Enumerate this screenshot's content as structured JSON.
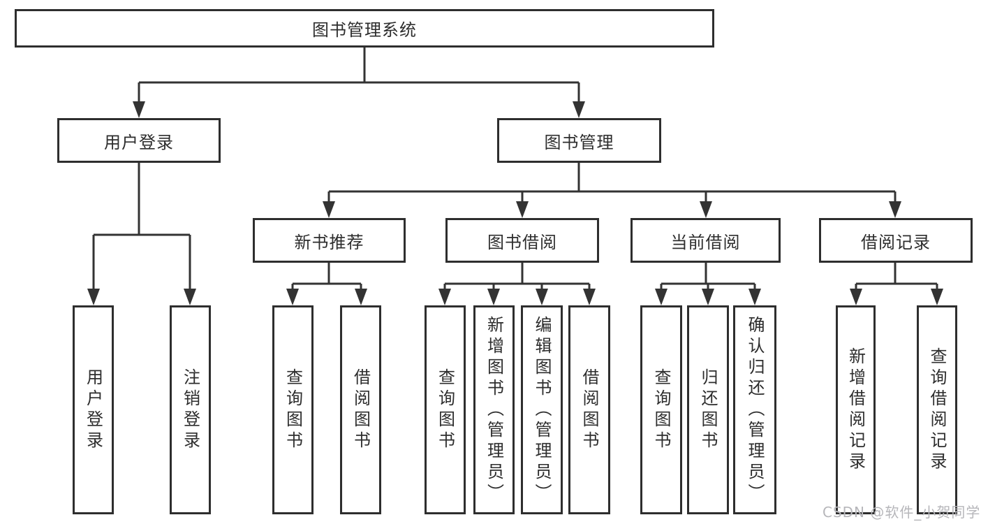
{
  "tree": {
    "label": "图书管理系统",
    "children": [
      {
        "label": "用户登录",
        "children": [
          {
            "label": "用户登录"
          },
          {
            "label": "注销登录"
          }
        ]
      },
      {
        "label": "图书管理",
        "children": [
          {
            "label": "新书推荐",
            "children": [
              {
                "label": "查询图书"
              },
              {
                "label": "借阅图书"
              }
            ]
          },
          {
            "label": "图书借阅",
            "children": [
              {
                "label": "查询图书"
              },
              {
                "label": "新增图书（管理员）"
              },
              {
                "label": "编辑图书（管理员）"
              },
              {
                "label": "借阅图书"
              }
            ]
          },
          {
            "label": "当前借阅",
            "children": [
              {
                "label": "查询图书"
              },
              {
                "label": "归还图书"
              },
              {
                "label": "确认归还（管理员）"
              }
            ]
          },
          {
            "label": "借阅记录",
            "children": [
              {
                "label": "新增借阅记录"
              },
              {
                "label": "查询借阅记录"
              }
            ]
          }
        ]
      }
    ]
  },
  "watermark": {
    "text": "CSDN @软件_小贺同学"
  },
  "colors": {
    "line": "#333333",
    "border": "#2e2e2e",
    "text": "#2d2d2d",
    "watermark": "#b6b6ba",
    "background": "#ffffff"
  }
}
